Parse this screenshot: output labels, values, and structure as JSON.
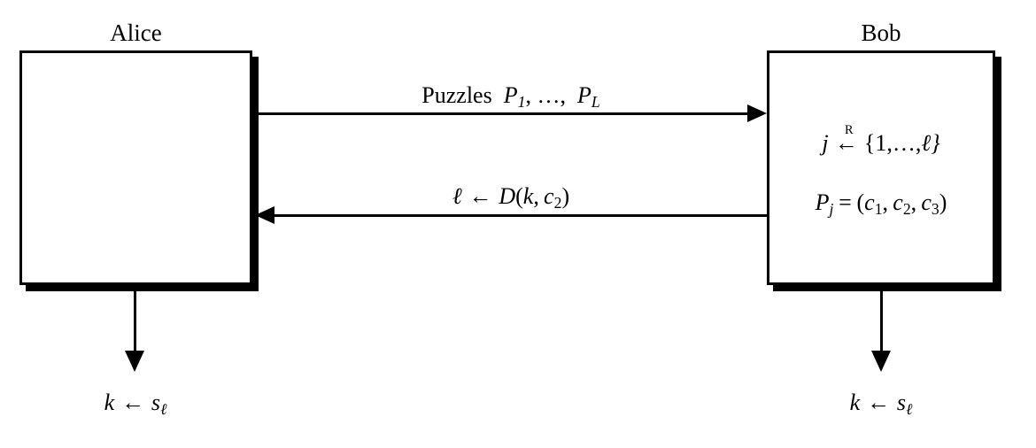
{
  "diagram": {
    "kind": "protocol-message-sequence",
    "background_color": "#ffffff",
    "ink_color": "#000000"
  },
  "alice": {
    "title": "Alice",
    "output": {
      "var": "k",
      "arrow": "←",
      "value": "s",
      "value_sub": "ℓ",
      "full": "k ← sℓ"
    }
  },
  "bob": {
    "title": "Bob",
    "line1": {
      "var": "j",
      "arrow": "←",
      "arrow_superscript": "R",
      "set_open": "{1,",
      "ellipsis": "…",
      "set_last": "ℓ}",
      "full": "j ←R {1,…,ℓ}"
    },
    "line2": {
      "lhs": "P",
      "lhs_sub": "j",
      "eq": "=",
      "tuple": "(c1, c2, c3)",
      "full": "Pj = (c1, c2, c3)"
    },
    "output": {
      "var": "k",
      "arrow": "←",
      "value": "s",
      "value_sub": "ℓ",
      "full": "k ← sℓ"
    }
  },
  "messages": [
    {
      "id": "alice-to-bob",
      "direction": "right",
      "label_text": "Puzzles",
      "label_math_1": "P",
      "label_math_1_sub": "1",
      "label_comma": ",",
      "label_ellipsis": "…",
      "label_math_2": "P",
      "label_math_2_sub": "L",
      "full": "Puzzles  P1, …, PL"
    },
    {
      "id": "bob-to-alice",
      "direction": "left",
      "label_lhs": "ℓ",
      "label_arrow": "←",
      "label_fn": "D",
      "label_args": "(k, c2)",
      "full": "ℓ ← D(k, c2)"
    }
  ]
}
